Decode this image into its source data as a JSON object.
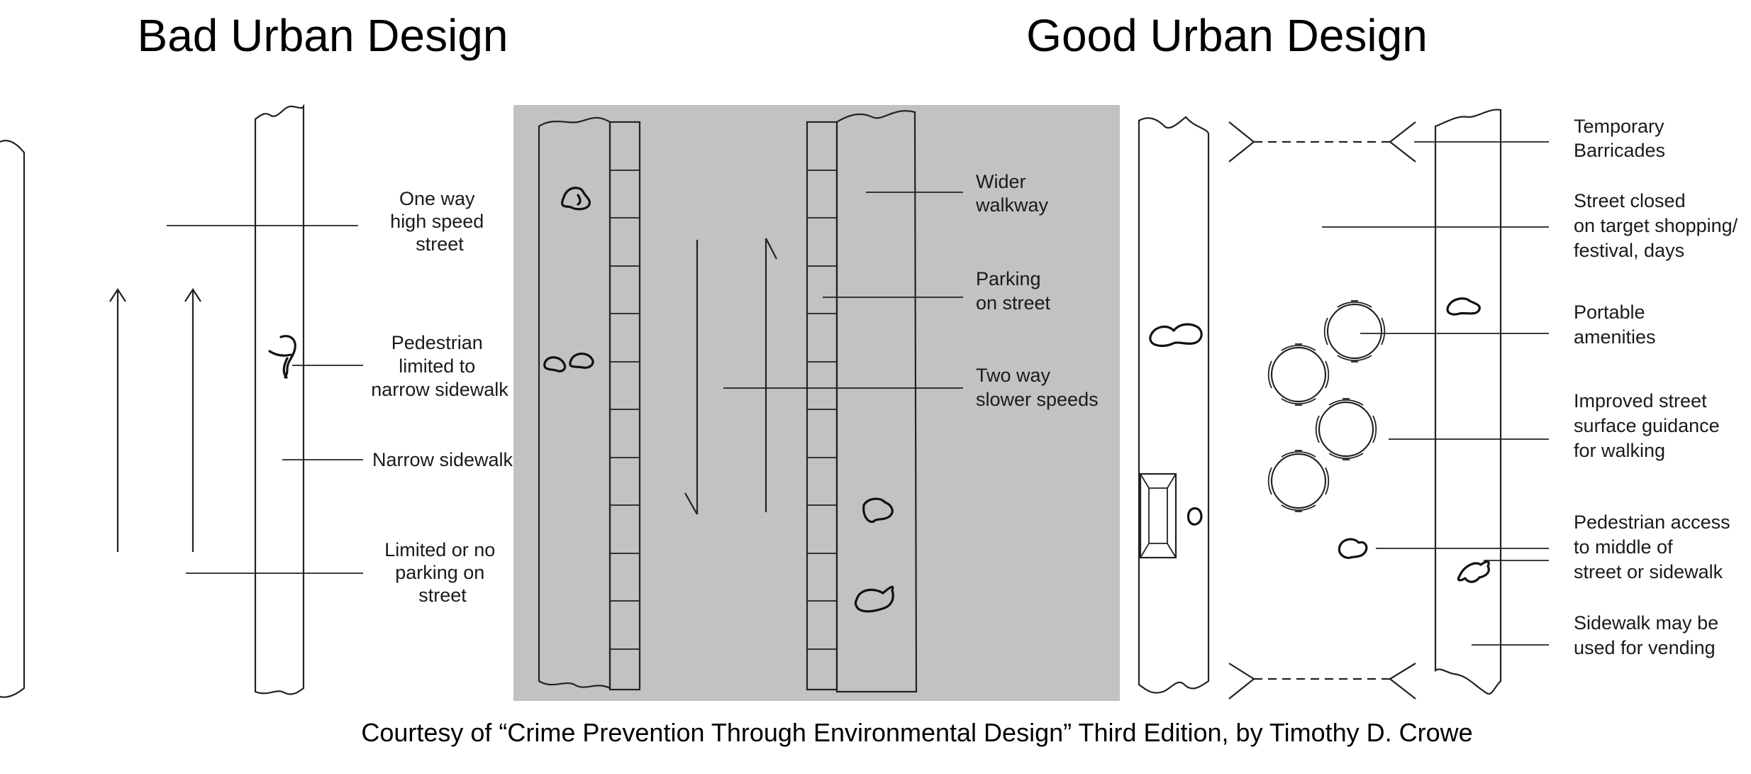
{
  "titles": {
    "bad": "Bad Urban Design",
    "good": "Good Urban Design"
  },
  "bad_labels": {
    "one_way": [
      "One way",
      "high speed",
      "street"
    ],
    "pedestrian_limited": [
      "Pedestrian",
      "limited to",
      "narrow sidewalk"
    ],
    "narrow_sidewalk": [
      "Narrow sidewalk"
    ],
    "limited_parking": [
      "Limited or no",
      "parking on",
      "street"
    ]
  },
  "middle_labels": {
    "wider_walkway": [
      "Wider",
      "walkway"
    ],
    "parking": [
      "Parking",
      "on street"
    ],
    "two_way": [
      "Two way",
      "slower speeds"
    ]
  },
  "good_labels": {
    "barricades": [
      "Temporary",
      "Barricades"
    ],
    "street_closed": [
      "Street closed",
      "on target shopping/",
      "festival, days"
    ],
    "amenities": [
      "Portable",
      "amenities"
    ],
    "surface": [
      "Improved street",
      "surface guidance",
      "for walking"
    ],
    "access": [
      "Pedestrian access",
      "to middle of",
      "street or sidewalk"
    ],
    "vending": [
      "Sidewalk may be",
      "used for vending"
    ]
  },
  "credit": "Courtesy of “Crime Prevention Through Environmental Design” Third Edition, by Timothy D. Crowe",
  "colors": {
    "middle_panel": "#c2c2c2",
    "line": "#222222"
  },
  "icons": [
    "pedestrian-icon",
    "arrow-up-icon",
    "table-with-chairs-icon",
    "vending-cart-icon",
    "barricade-icon"
  ]
}
